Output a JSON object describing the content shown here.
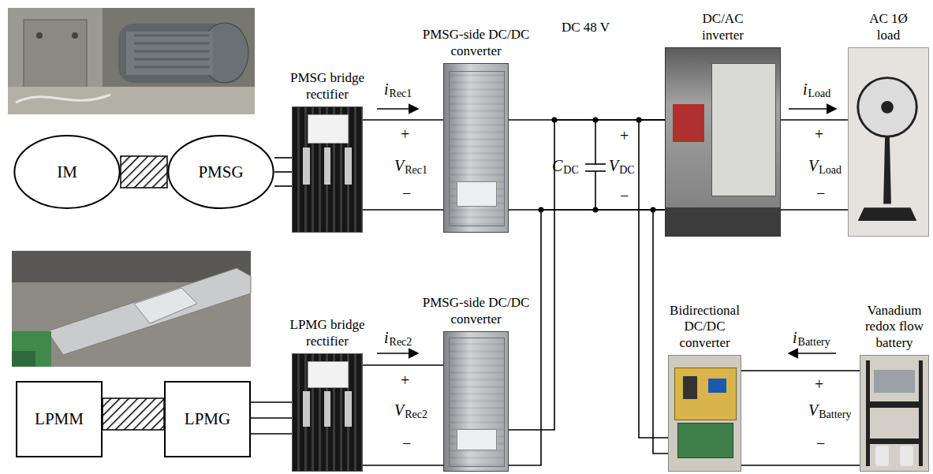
{
  "diagram": {
    "nodes": [
      {
        "text": [
          "IM"
        ]
      },
      {
        "text": [
          "PMSG"
        ]
      },
      {
        "text": [
          "PMSG bridge rectifier"
        ]
      },
      {
        "text": [
          "PMSG-side DC/DC converter"
        ]
      },
      {
        "text": [
          "DC/AC inverter"
        ]
      },
      {
        "text": [
          "AC 1Ø load"
        ]
      },
      {
        "text": [
          "LPMM"
        ]
      },
      {
        "text": [
          "LPMG"
        ]
      },
      {
        "text": [
          "LPMG bridge rectifier"
        ]
      },
      {
        "text": [
          "PMSG-side DC/DC converter"
        ]
      },
      {
        "text": [
          "Bidirectional DC/DC converter"
        ]
      },
      {
        "text": [
          "Vanadium redox flow battery"
        ]
      }
    ],
    "edges": [
      {
        "from": 0,
        "to": 1,
        "arrow": "none"
      },
      {
        "from": 1,
        "to": 2,
        "arrow": "none"
      },
      {
        "from": 2,
        "to": 3,
        "arrow": "none"
      },
      {
        "from": 3,
        "to": 4,
        "arrow": "none"
      },
      {
        "from": 4,
        "to": 5,
        "arrow": "none"
      },
      {
        "from": 6,
        "to": 7,
        "arrow": "none"
      },
      {
        "from": 7,
        "to": 8,
        "arrow": "none"
      },
      {
        "from": 8,
        "to": 9,
        "arrow": "none"
      },
      {
        "from": 9,
        "to": 4,
        "arrow": "none"
      },
      {
        "from": 10,
        "to": 4,
        "arrow": "none"
      },
      {
        "from": 11,
        "to": 10,
        "arrow": "none"
      }
    ],
    "labels": [
      "i",
      "Rec1",
      "+",
      "V",
      "Rec1",
      "−",
      "DC 48 V",
      "+",
      "C",
      "DC",
      "V",
      "DC",
      "−",
      "i",
      "Load",
      "+",
      "V",
      "Load",
      "−",
      "i",
      "Rec2",
      "+",
      "V",
      "Rec2",
      "−",
      "i",
      "Battery",
      "+",
      "V",
      "Battery",
      "−"
    ]
  }
}
